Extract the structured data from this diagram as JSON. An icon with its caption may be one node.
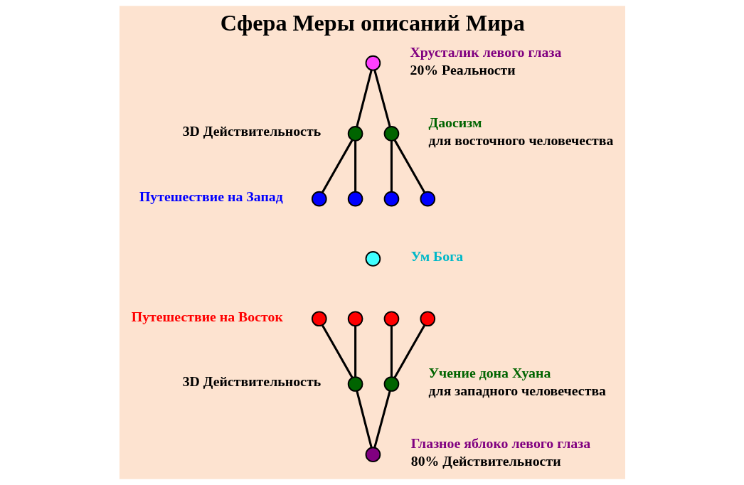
{
  "diagram": {
    "title": "Сфера Меры описаний Мира",
    "nodes": [
      {
        "text": [],
        "shape": "circle",
        "beside": [
          "Хрусталик левого глаза",
          "20% Реальности"
        ]
      },
      {
        "text": [],
        "shape": "circle",
        "beside": [
          "3D Действительность"
        ]
      },
      {
        "text": [],
        "shape": "circle",
        "beside": [
          "Даосизм",
          "для восточного человечества"
        ]
      },
      {
        "text": [],
        "shape": "circle",
        "beside": [
          "Путешествие на Запад"
        ]
      },
      {
        "text": [],
        "shape": "circle"
      },
      {
        "text": [],
        "shape": "circle"
      },
      {
        "text": [],
        "shape": "circle"
      },
      {
        "text": [],
        "shape": "circle",
        "beside": [
          "Ум Бога"
        ]
      },
      {
        "text": [],
        "shape": "circle",
        "beside": [
          "Путешествие на Восток"
        ]
      },
      {
        "text": [],
        "shape": "circle"
      },
      {
        "text": [],
        "shape": "circle"
      },
      {
        "text": [],
        "shape": "circle"
      },
      {
        "text": [],
        "shape": "circle",
        "beside": [
          "3D Действительность"
        ]
      },
      {
        "text": [],
        "shape": "circle",
        "beside": [
          "Учение дона Хуана",
          "для западного человечества"
        ]
      },
      {
        "text": [],
        "shape": "circle",
        "beside": [
          "Глазное яблоко левого глаза",
          "80% Действительности"
        ]
      }
    ],
    "edges": [
      {
        "from": 0,
        "to": 1,
        "arrow": "none"
      },
      {
        "from": 0,
        "to": 2,
        "arrow": "none"
      },
      {
        "from": 1,
        "to": 3,
        "arrow": "none"
      },
      {
        "from": 1,
        "to": 4,
        "arrow": "none"
      },
      {
        "from": 2,
        "to": 5,
        "arrow": "none"
      },
      {
        "from": 2,
        "to": 6,
        "arrow": "none"
      },
      {
        "from": 8,
        "to": 12,
        "arrow": "none"
      },
      {
        "from": 9,
        "to": 12,
        "arrow": "none"
      },
      {
        "from": 10,
        "to": 13,
        "arrow": "none"
      },
      {
        "from": 11,
        "to": 13,
        "arrow": "none"
      },
      {
        "from": 12,
        "to": 14,
        "arrow": "none"
      },
      {
        "from": 13,
        "to": 14,
        "arrow": "none"
      }
    ]
  }
}
